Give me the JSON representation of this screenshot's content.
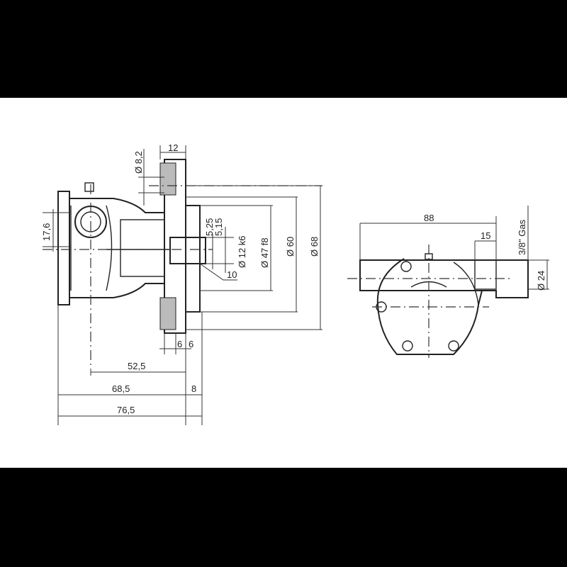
{
  "side_view": {
    "flange_bolt_hole": "Ø 8,2",
    "flange_width": "12",
    "port_height": "17,6",
    "shaft_tolerance_upper": "5,25",
    "shaft_tolerance_lower": "5,15",
    "shaft_diameter": "Ø 12 k6",
    "spigot_diameter": "Ø 47 f8",
    "bolt_circle_diameter": "Ø 60",
    "flange_diameter": "Ø 68",
    "shaft_length": "10",
    "flange_thickness_a": "6",
    "flange_thickness_b": "6",
    "length_to_flange": "52,5",
    "body_length": "68,5",
    "spigot_length": "8",
    "overall_length": "76,5"
  },
  "front_view": {
    "port_spacing": "88",
    "port_length": "15",
    "thread": "3/8\" Gas",
    "port_diameter": "Ø 24"
  }
}
